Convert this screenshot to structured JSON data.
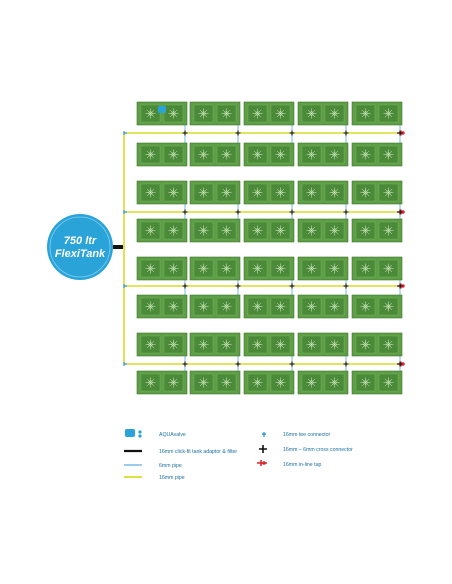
{
  "tank": {
    "line1": "750 ltr",
    "line2": "FlexiTank"
  },
  "colors": {
    "pipe_16mm": "#d8de2a",
    "pipe_6mm": "#3a9ad9",
    "tank": "#2aa3d9",
    "pot": "#5f9e46",
    "tap": "#d9262f",
    "legend_text": "#1a6fa3"
  },
  "grid": {
    "pairs_of_rows": 4,
    "rows": 8,
    "pots_per_row": 5,
    "pipes_per_pair": 1
  },
  "legend": {
    "left": [
      {
        "icon": "aquavalve-icon",
        "label": "AQUAvalve"
      },
      {
        "icon": "tank-adaptor-icon",
        "label": "16mm click-fit tank adaptor & filter"
      },
      {
        "icon": "pipe-6mm-icon",
        "label": "6mm pipe"
      },
      {
        "icon": "pipe-16mm-icon",
        "label": "16mm pipe"
      }
    ],
    "right": [
      {
        "icon": "tee-connector-icon",
        "label": "16mm tee connector"
      },
      {
        "icon": "cross-connector-icon",
        "label": "16mm – 6mm cross connector"
      },
      {
        "icon": "inline-tap-icon",
        "label": "16mm in-line tap"
      }
    ]
  }
}
